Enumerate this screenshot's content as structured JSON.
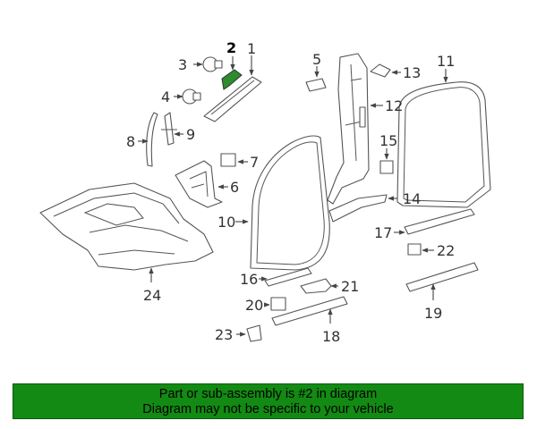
{
  "diagram": {
    "highlight_color": "#2e8b2e",
    "callouts": [
      {
        "id": "c1",
        "label": "1"
      },
      {
        "id": "c2",
        "label": "2",
        "highlight": true
      },
      {
        "id": "c3",
        "label": "3"
      },
      {
        "id": "c4",
        "label": "4"
      },
      {
        "id": "c5",
        "label": "5"
      },
      {
        "id": "c6",
        "label": "6"
      },
      {
        "id": "c7",
        "label": "7"
      },
      {
        "id": "c8",
        "label": "8"
      },
      {
        "id": "c9",
        "label": "9"
      },
      {
        "id": "c10",
        "label": "10"
      },
      {
        "id": "c11",
        "label": "11"
      },
      {
        "id": "c12",
        "label": "12"
      },
      {
        "id": "c13",
        "label": "13"
      },
      {
        "id": "c14",
        "label": "14"
      },
      {
        "id": "c15",
        "label": "15"
      },
      {
        "id": "c16",
        "label": "16"
      },
      {
        "id": "c17",
        "label": "17"
      },
      {
        "id": "c18",
        "label": "18"
      },
      {
        "id": "c19",
        "label": "19"
      },
      {
        "id": "c20",
        "label": "20"
      },
      {
        "id": "c21",
        "label": "21"
      },
      {
        "id": "c22",
        "label": "22"
      },
      {
        "id": "c23",
        "label": "23"
      },
      {
        "id": "c24",
        "label": "24"
      }
    ]
  },
  "banner": {
    "line1": "Part or sub-assembly is #2 in diagram",
    "line2": "Diagram may not be specific to your vehicle",
    "color": "#138a13"
  }
}
